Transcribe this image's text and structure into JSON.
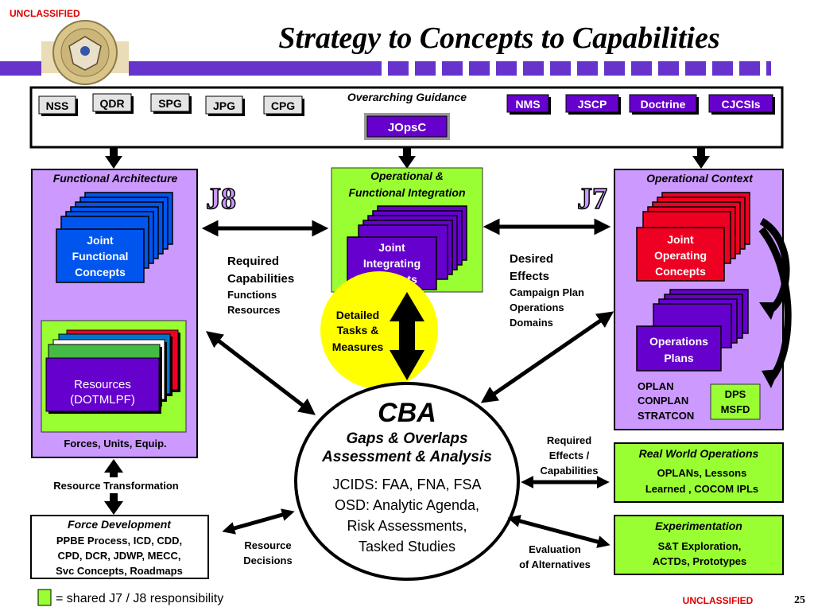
{
  "header": {
    "classification": "UNCLASSIFIED",
    "title": "Strategy to Concepts to Capabilities"
  },
  "guidance": {
    "heading": "Overarching Guidance",
    "left_docs": [
      "NSS",
      "QDR",
      "SPG",
      "JPG",
      "CPG"
    ],
    "right_docs": [
      "NMS",
      "JSCP",
      "Doctrine",
      "CJCSIs"
    ],
    "center_doc": "JOpsC"
  },
  "j8": "J8",
  "j7": "J7",
  "functional_architecture": {
    "heading": "Functional Architecture",
    "concept_lines": [
      "Joint",
      "Functional",
      "Concepts"
    ],
    "resources_lines": [
      "Resources",
      "(DOTMLPF)"
    ],
    "footer": "Forces, Units, Equip."
  },
  "integration": {
    "heading_lines": [
      "Operational &",
      "Functional Integration"
    ],
    "concept_lines": [
      "Joint",
      "Integrating",
      "Concepts"
    ]
  },
  "operational_context": {
    "heading": "Operational Context",
    "concept_lines": [
      "Joint",
      "Operating",
      "Concepts"
    ],
    "plans_lines": [
      "Operations",
      "Plans"
    ],
    "plan_types": [
      "OPLAN",
      "CONPLAN",
      "STRATCON"
    ],
    "dps_lines": [
      "DPS",
      "MSFD"
    ]
  },
  "required_capabilities": {
    "bold_lines": [
      "Required",
      "Capabilities"
    ],
    "lines": [
      "Functions",
      "Resources"
    ]
  },
  "desired_effects": {
    "bold_lines": [
      "Desired",
      "Effects"
    ],
    "lines": [
      "Campaign Plan",
      "Operations",
      "Domains"
    ]
  },
  "detailed_tasks": [
    "Detailed",
    "Tasks &",
    "Measures"
  ],
  "cba": {
    "title": "CBA",
    "subtitle_lines": [
      "Gaps & Overlaps",
      "Assessment & Analysis"
    ],
    "body_lines": [
      "JCIDS: FAA, FNA, FSA",
      "OSD: Analytic Agenda,",
      "Risk Assessments,",
      "Tasked Studies"
    ]
  },
  "resource_transformation": "Resource Transformation",
  "force_development": {
    "heading": "Force Development",
    "lines": [
      "PPBE Process, ICD, CDD,",
      "CPD, DCR, JDWP, MECC,",
      "Svc Concepts, Roadmaps"
    ]
  },
  "resource_decisions": [
    "Resource",
    "Decisions"
  ],
  "required_effects": [
    "Required",
    "Effects /",
    "Capabilities"
  ],
  "evaluation": [
    "Evaluation",
    "of Alternatives"
  ],
  "real_world": {
    "heading": "Real World Operations",
    "lines": [
      "OPLANs, Lessons",
      "Learned , COCOM IPLs"
    ]
  },
  "experimentation": {
    "heading": "Experimentation",
    "lines": [
      "S&T Exploration,",
      "ACTDs, Prototypes"
    ]
  },
  "legend": {
    "text": "= shared J7 / J8 responsibility"
  },
  "footer": {
    "classification": "UNCLASSIFIED",
    "page": "25"
  },
  "colors": {
    "purple": "#cc99ff",
    "green": "#99ff33",
    "yellow": "#ffff00",
    "blue": "#0055ee",
    "red": "#ee0022",
    "dark_purple": "#6600cc",
    "bar": "#6633cc",
    "class_red": "#dd0000"
  }
}
